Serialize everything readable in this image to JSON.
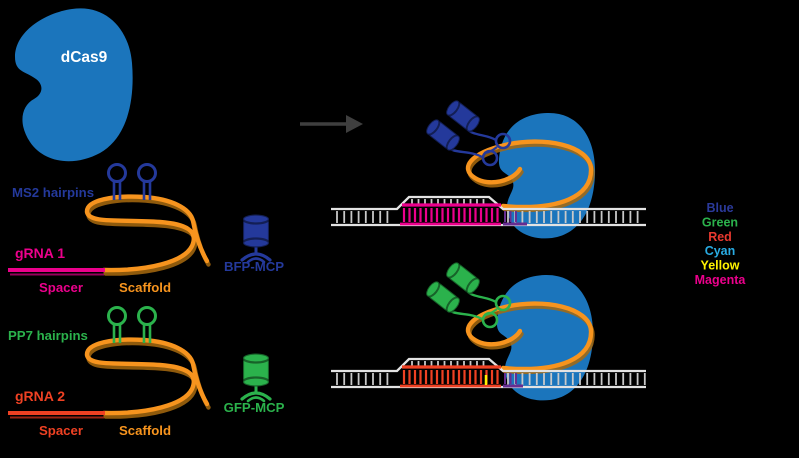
{
  "background_color": "#000000",
  "labels": {
    "dcas9": "dCas9",
    "ms2_hairpins": "MS2 hairpins",
    "grna1": "gRNA 1",
    "spacer1": "Spacer",
    "scaffold1": "Scaffold",
    "bfp_mcp": "BFP-MCP",
    "pp7_hairpins": "PP7 hairpins",
    "grna2": "gRNA 2",
    "spacer2": "Spacer",
    "scaffold2": "Scaffold",
    "gfp_mcp": "GFP-MCP"
  },
  "legend": {
    "items": [
      {
        "label": "Blue",
        "color": "#2b3a9b"
      },
      {
        "label": "Green",
        "color": "#2bb24c"
      },
      {
        "label": "Red",
        "color": "#e8392f"
      },
      {
        "label": "Cyan",
        "color": "#29abe2"
      },
      {
        "label": "Yellow",
        "color": "#fff200"
      },
      {
        "label": "Magenta",
        "color": "#ec008c"
      }
    ]
  },
  "colors": {
    "background": "#000000",
    "dcas9_blue": "#1b75bc",
    "navy": "#24399b",
    "orange": "#f7941e",
    "orange_shadow": "#a86a0e",
    "magenta": "#ec008c",
    "magenta_shadow": "#97005c",
    "green": "#2bb24c",
    "red": "#ef4123",
    "red_shadow": "#992413",
    "dna_gray": "#e3e3e3",
    "dna_rung": "#c9c9c9",
    "purple": "#662d91",
    "yellow": "#fff200",
    "arrow_gray": "#3f3f3f",
    "label_white": "#ffffff"
  }
}
